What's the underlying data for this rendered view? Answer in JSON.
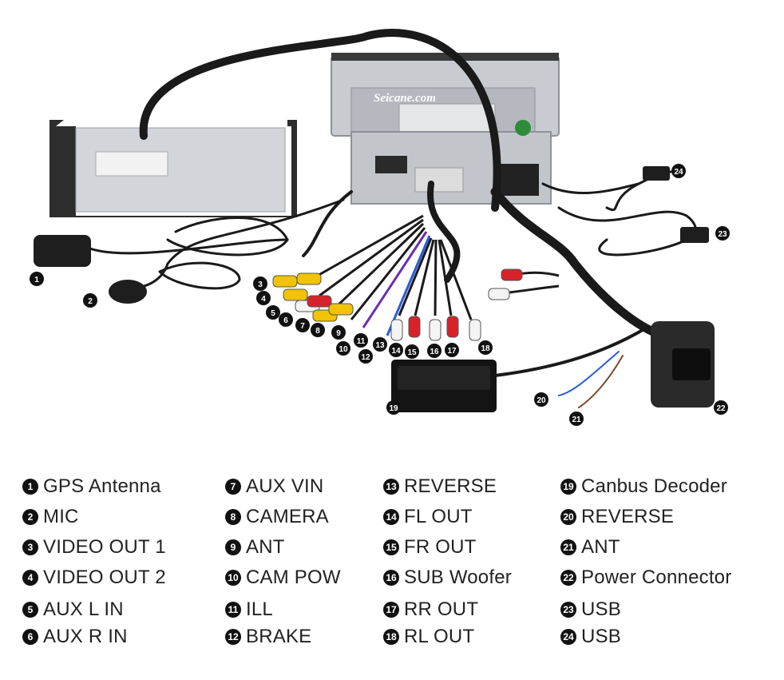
{
  "watermark": "Seicane.com",
  "colors": {
    "cable": "#1a1a1a",
    "rca_yellow": "#f2c300",
    "rca_red": "#d8222a",
    "rca_white": "#f4f4f4",
    "metal": "#c9cdd2",
    "badge": "#111111"
  },
  "callouts": [
    {
      "n": "1"
    },
    {
      "n": "2"
    },
    {
      "n": "3"
    },
    {
      "n": "4"
    },
    {
      "n": "5"
    },
    {
      "n": "6"
    },
    {
      "n": "7"
    },
    {
      "n": "8"
    },
    {
      "n": "9"
    },
    {
      "n": "10"
    },
    {
      "n": "11"
    },
    {
      "n": "12"
    },
    {
      "n": "13"
    },
    {
      "n": "14"
    },
    {
      "n": "15"
    },
    {
      "n": "16"
    },
    {
      "n": "17"
    },
    {
      "n": "18"
    },
    {
      "n": "19"
    },
    {
      "n": "20"
    },
    {
      "n": "21"
    },
    {
      "n": "22"
    },
    {
      "n": "23"
    },
    {
      "n": "24"
    }
  ],
  "legend": {
    "col1": [
      {
        "n": "1",
        "label": "GPS Antenna"
      },
      {
        "n": "2",
        "label": "MIC"
      },
      {
        "n": "3",
        "label": "VIDEO OUT 1"
      },
      {
        "n": "4",
        "label": "VIDEO OUT 2"
      },
      {
        "n": "5",
        "label": "AUX L IN"
      },
      {
        "n": "6",
        "label": "AUX R IN"
      }
    ],
    "col2": [
      {
        "n": "7",
        "label": "AUX VIN"
      },
      {
        "n": "8",
        "label": "CAMERA"
      },
      {
        "n": "9",
        "label": "ANT"
      },
      {
        "n": "10",
        "label": "CAM POW"
      },
      {
        "n": "11",
        "label": "ILL"
      },
      {
        "n": "12",
        "label": "BRAKE"
      }
    ],
    "col3": [
      {
        "n": "13",
        "label": "REVERSE"
      },
      {
        "n": "14",
        "label": "FL OUT"
      },
      {
        "n": "15",
        "label": "FR OUT"
      },
      {
        "n": "16",
        "label": "SUB Woofer"
      },
      {
        "n": "17",
        "label": "RR OUT"
      },
      {
        "n": "18",
        "label": "RL OUT"
      }
    ],
    "col4": [
      {
        "n": "19",
        "label": "Canbus Decoder"
      },
      {
        "n": "20",
        "label": "REVERSE"
      },
      {
        "n": "21",
        "label": "ANT"
      },
      {
        "n": "22",
        "label": "Power Connector"
      },
      {
        "n": "23",
        "label": "USB"
      },
      {
        "n": "24",
        "label": "USB"
      }
    ]
  }
}
